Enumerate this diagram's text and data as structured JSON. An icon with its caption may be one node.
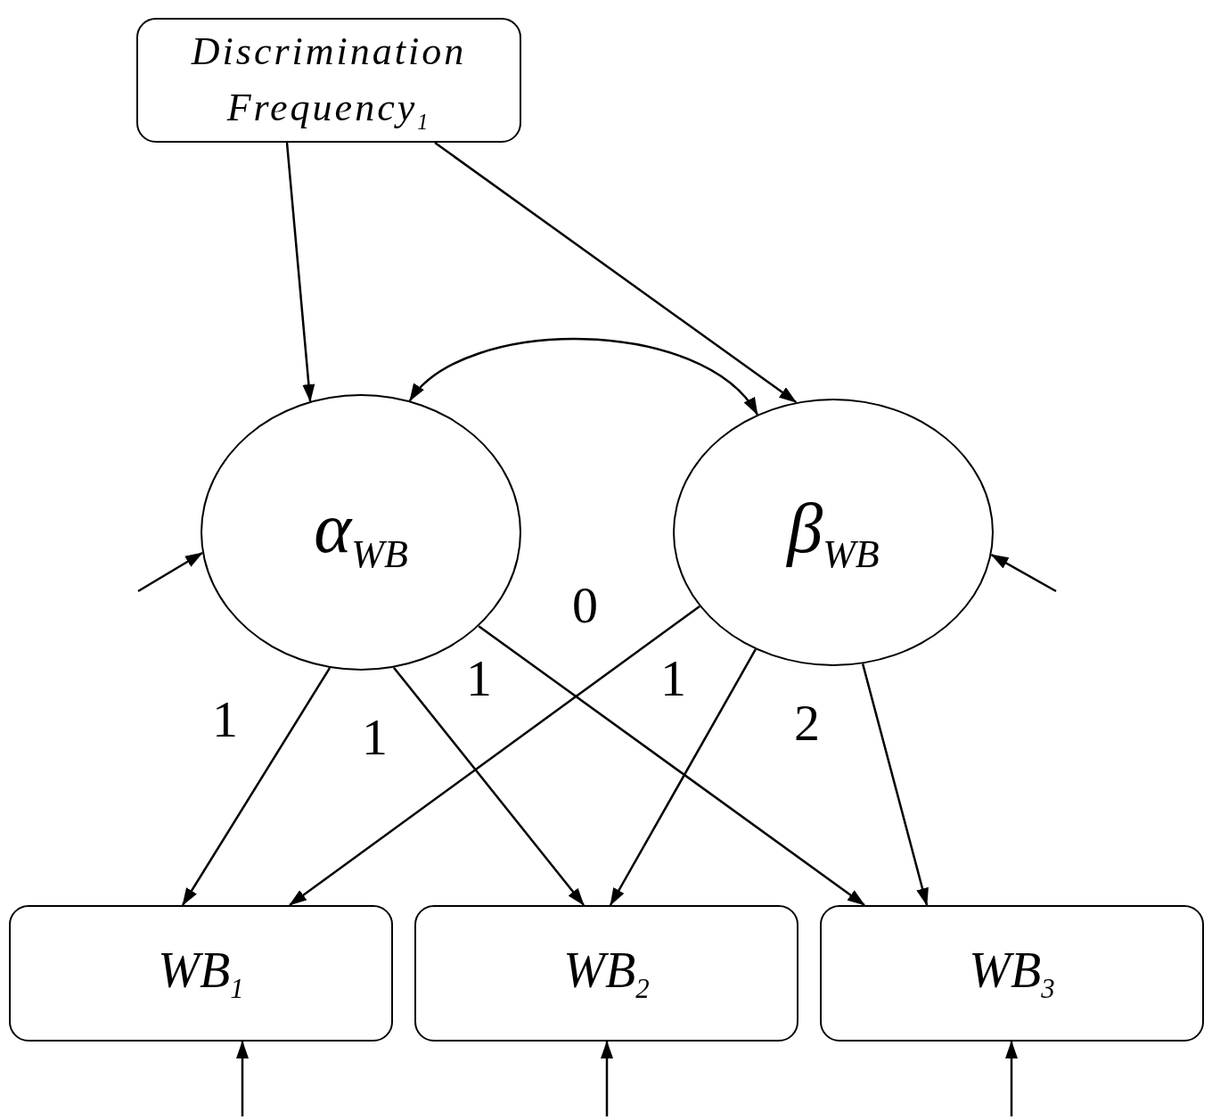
{
  "diagram": {
    "nodes": [
      {
        "text": [
          "Discrimination Frequency$_{1}$"
        ]
      },
      {
        "text": [
          "α$_{WB}$"
        ]
      },
      {
        "text": [
          "β$_{WB}$"
        ]
      },
      {
        "text": [
          "WB$_{1}$"
        ]
      },
      {
        "text": [
          "WB$_{2}$"
        ]
      },
      {
        "text": [
          "WB$_{3}$"
        ]
      }
    ],
    "edges": [
      {
        "from": 0,
        "to": 1,
        "arrow": "to"
      },
      {
        "from": 0,
        "to": 2,
        "arrow": "to"
      },
      {
        "from": 1,
        "to": 2,
        "arrow": "both"
      },
      {
        "from": 1,
        "to": 3,
        "arrow": "to",
        "label": "1"
      },
      {
        "from": 1,
        "to": 4,
        "arrow": "to",
        "label": "1"
      },
      {
        "from": 1,
        "to": 5,
        "arrow": "to",
        "label": "1"
      },
      {
        "from": 2,
        "to": 3,
        "arrow": "to",
        "label": "0"
      },
      {
        "from": 2,
        "to": 4,
        "arrow": "to",
        "label": "1"
      },
      {
        "from": 2,
        "to": 5,
        "arrow": "to",
        "label": "2"
      },
      {
        "from": null,
        "to": 1,
        "arrow": "to"
      },
      {
        "from": null,
        "to": 2,
        "arrow": "to"
      },
      {
        "from": null,
        "to": 3,
        "arrow": "to"
      },
      {
        "from": null,
        "to": 4,
        "arrow": "to"
      },
      {
        "from": null,
        "to": 5,
        "arrow": "to"
      }
    ]
  }
}
